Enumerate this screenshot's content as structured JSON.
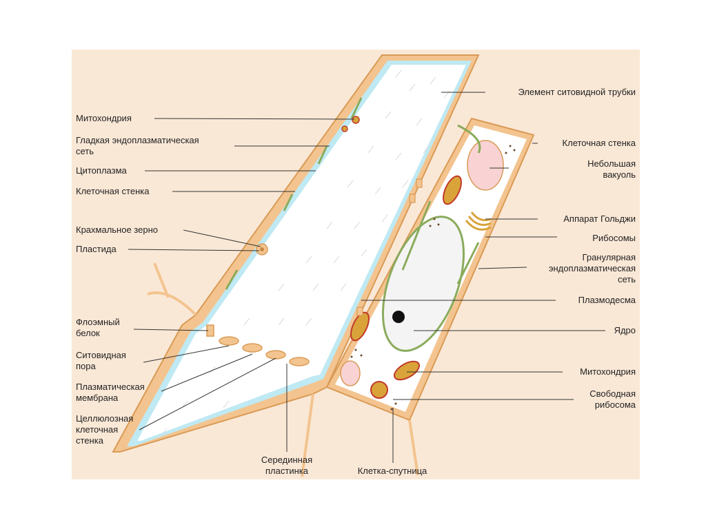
{
  "labels": {
    "left": {
      "mitochondria": "Митохондрия",
      "smooth_er_line1": "Гладкая эндоплазматическая",
      "smooth_er_line2": "сеть",
      "cytoplasm": "Цитоплазма",
      "cell_wall": "Клеточная стенка",
      "starch_grain": "Крахмальное зерно",
      "plastid": "Пластида",
      "phloem_protein_line1": "Флоэмный",
      "phloem_protein_line2": "белок",
      "sieve_pore_line1": "Ситовидная",
      "sieve_pore_line2": "пора",
      "plasma_membrane_line1": "Плазматическая",
      "plasma_membrane_line2": "мембрана",
      "cellulose_wall_line1": "Целлюлозная",
      "cellulose_wall_line2": "клеточная",
      "cellulose_wall_line3": "стенка"
    },
    "bottom": {
      "middle_lamella_line1": "Серединная",
      "middle_lamella_line2": "пластинка",
      "companion_cell": "Клетка-спутница"
    },
    "right": {
      "sieve_tube_element": "Элемент ситовидной трубки",
      "cell_wall": "Клеточная стенка",
      "small_vacuole_line1": "Небольшая",
      "small_vacuole_line2": "вакуоль",
      "golgi": "Аппарат Гольджи",
      "ribosomes": "Рибосомы",
      "rough_er_line1": "Гранулярная",
      "rough_er_line2": "эндоплазматическая",
      "rough_er_line3": "сеть",
      "plasmodesma": "Плазмодесма",
      "nucleus": "Ядро",
      "mitochondria": "Митохондрия",
      "free_ribosome_line1": "Свободная",
      "free_ribosome_line2": "рибосома"
    }
  },
  "colors": {
    "background": "#fae8d6",
    "cell_wall": "#f3c48f",
    "wall_outline": "#d99a55",
    "cytoplasm_edge": "#bfe9f3",
    "sieve_interior": "#ffffff",
    "er_green": "#8aab5c",
    "mitochondria_fill": "#d9a33a",
    "mitochondria_outline": "#c0392b",
    "vacuole": "#f9d3d3",
    "leader_line": "#333333"
  }
}
